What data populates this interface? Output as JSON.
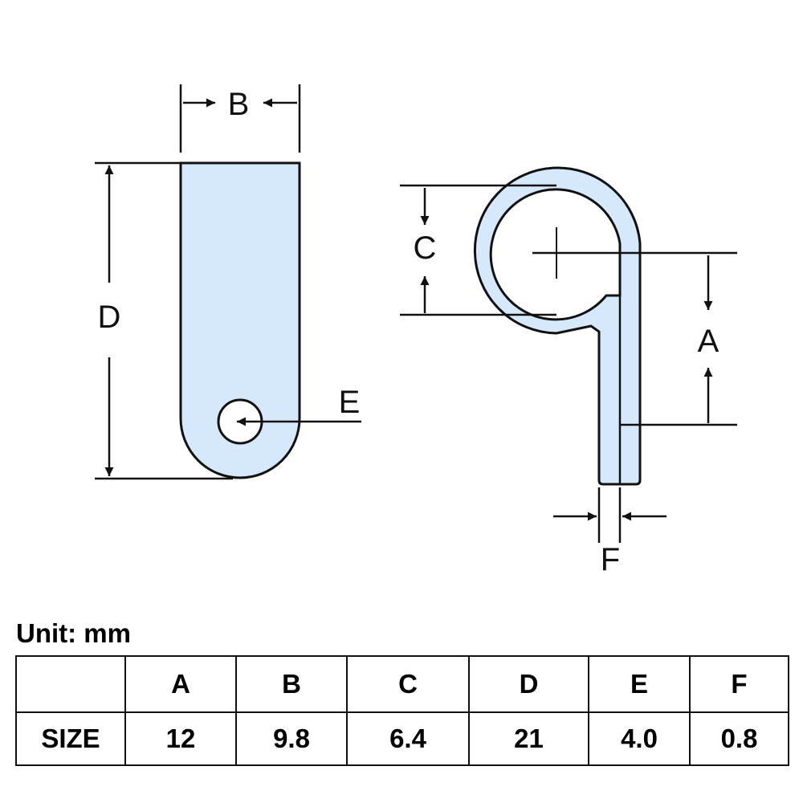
{
  "diagram": {
    "labels": {
      "a": "A",
      "b": "B",
      "c": "C",
      "d": "D",
      "e": "E",
      "f": "F"
    },
    "colors": {
      "part_fill": "#d6e9fc",
      "outline": "#111111",
      "background": "#ffffff"
    }
  },
  "table": {
    "unit_label": "Unit: mm",
    "headers": [
      "",
      "A",
      "B",
      "C",
      "D",
      "E",
      "F"
    ],
    "row_label": "SIZE",
    "values": [
      "12",
      "9.8",
      "6.4",
      "21",
      "4.0",
      "0.8"
    ]
  }
}
